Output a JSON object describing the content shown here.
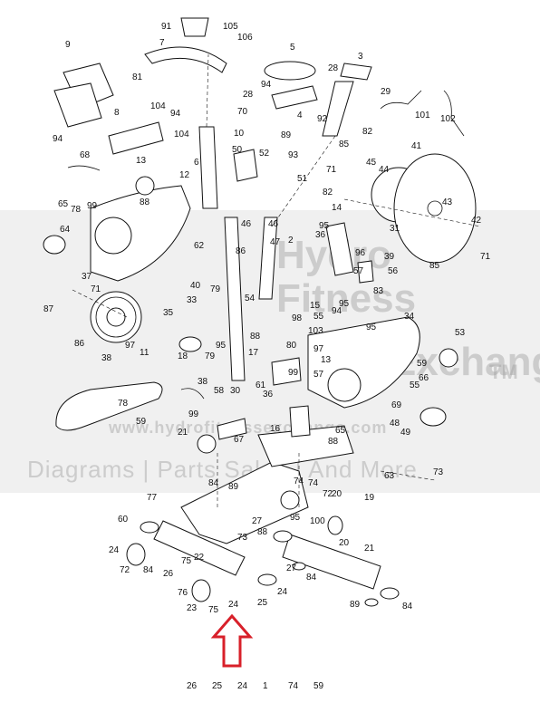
{
  "watermark": {
    "logo_line1": "Hydro",
    "logo_line2": "Fitness",
    "logo_line3": "Exchange",
    "trademark": "TM",
    "url": "www.hydrofitnessexchange.com",
    "tagline": "Diagrams | Parts Sales | And More"
  },
  "arrow_color": "#d8202a",
  "callouts": [
    "91",
    "105",
    "106",
    "7",
    "5",
    "3",
    "9",
    "81",
    "94",
    "28",
    "29",
    "104",
    "70",
    "28",
    "4",
    "92",
    "101",
    "102",
    "8",
    "94",
    "94",
    "10",
    "104",
    "6",
    "89",
    "50",
    "52",
    "93",
    "85",
    "82",
    "68",
    "13",
    "12",
    "51",
    "41",
    "71",
    "45",
    "44",
    "82",
    "65",
    "78",
    "99",
    "88",
    "46",
    "46",
    "14",
    "95",
    "36",
    "42",
    "43",
    "71",
    "64",
    "62",
    "86",
    "47",
    "2",
    "96",
    "31",
    "39",
    "85",
    "37",
    "71",
    "40",
    "79",
    "54",
    "57",
    "56",
    "83",
    "33",
    "15",
    "95",
    "55",
    "94",
    "34",
    "95",
    "86",
    "97",
    "11",
    "98",
    "53",
    "103",
    "80",
    "97",
    "13",
    "36",
    "87",
    "35",
    "18",
    "79",
    "95",
    "17",
    "59",
    "38",
    "57",
    "88",
    "99",
    "55",
    "38",
    "58",
    "30",
    "61",
    "66",
    "69",
    "48",
    "49",
    "59",
    "99",
    "63",
    "78",
    "65",
    "21",
    "72",
    "16",
    "67",
    "74",
    "88",
    "73",
    "19",
    "77",
    "60",
    "20",
    "74",
    "95",
    "100",
    "24",
    "75",
    "73",
    "20",
    "88",
    "72",
    "84",
    "26",
    "22",
    "21",
    "24",
    "27",
    "84",
    "89",
    "76",
    "23",
    "75",
    "24",
    "25",
    "84",
    "27",
    "84",
    "89",
    "26",
    "25",
    "24",
    "1",
    "74",
    "59"
  ]
}
